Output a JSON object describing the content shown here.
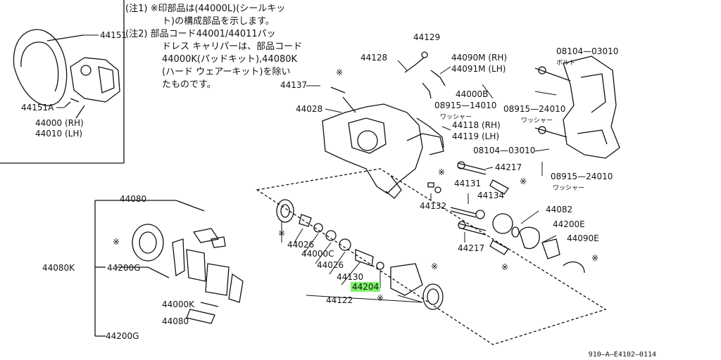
{
  "notes": {
    "n1_marker": "(注1)",
    "n1_line1": "※印部品は(44000L)(シールキッ",
    "n1_line2": "ト)の構成部品を示します。",
    "n2_marker": "(注2)",
    "n2_line1": "部品コード44001/44011パッ",
    "n2_line2": "ドレス キャリパーは、部品コード",
    "n2_line3": "44000K(パッドキット),44080K",
    "n2_line4": "(ハード ウェアーキット)を除い",
    "n2_line5": "たものです。"
  },
  "labels": {
    "p44151": "44151",
    "p44151A": "44151A",
    "p44000rh": "44000 (RH)",
    "p44010lh": "44010 (LH)",
    "p44129": "44129",
    "p44128": "44128",
    "p44090m": "44090M (RH)",
    "p44091m": "44091M (LH)",
    "p44137": "44137",
    "p44028": "44028",
    "p44000b": "44000B",
    "p08915_14010": "08915—14010",
    "washer1": "ワッシャー",
    "p44118": "44118 (RH)",
    "p44119": "44119 (LH)",
    "p08104_03010a": "08104—03010",
    "bolt1": "ボルト",
    "p08915_24010a": "08915—24010",
    "washer2": "ワッシャー",
    "p08104_03010b": "08104—03010",
    "p44217a": "44217",
    "p08915_24010b": "08915—24010",
    "washer3": "ワッシャー",
    "p44131": "44131",
    "p44134": "44134",
    "p44132": "44132",
    "p44082": "44082",
    "p44200e": "44200E",
    "p44090e": "44090E",
    "p44217b": "44217",
    "p44080": "44080",
    "p44080k": "44080K",
    "p44200g": "44200G",
    "p44026a": "44026",
    "p44000c": "44000C",
    "p44026b": "44026",
    "p44130": "44130",
    "p44204": "44204",
    "p44122": "44122",
    "p44000k": "44000K",
    "p44080b": "44080",
    "p44200g_b": "44200G",
    "star": "※"
  },
  "catalog": "910—A—E4102—0114"
}
